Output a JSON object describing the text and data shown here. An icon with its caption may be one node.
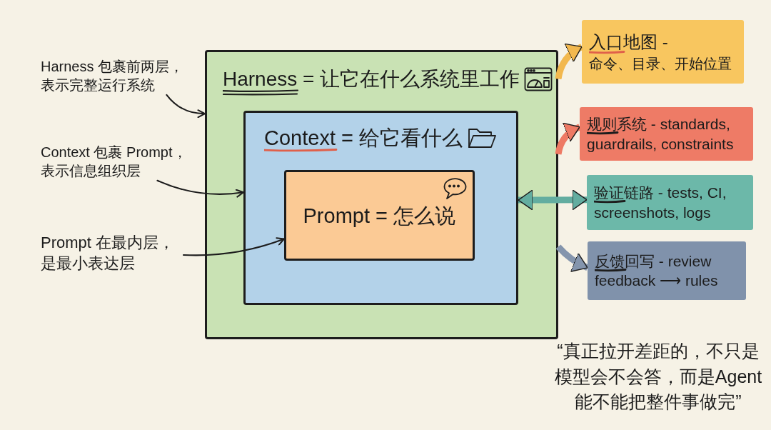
{
  "diagram": {
    "nodes": [
      {
        "text": [
          "Harness = 让它在什么系统里工作"
        ]
      },
      {
        "text": [
          "Context = 给它看什么"
        ],
        "in": 0
      },
      {
        "text": [
          "Prompt = 怎么说"
        ],
        "in": 1
      },
      {
        "text": [
          "Harness 包裹前两层，表示完整运行系统"
        ]
      },
      {
        "text": [
          "Context 包裹 Prompt，表示信息组织层"
        ]
      },
      {
        "text": [
          "Prompt 在最内层，是最小表达层"
        ]
      },
      {
        "text": [
          "入口地图 -",
          "命令、目录、开始位置"
        ]
      },
      {
        "text": [
          "规则系统 - standards, guardrails, constraints"
        ]
      },
      {
        "text": [
          "验证链路 - tests, CI, screenshots, logs"
        ]
      },
      {
        "text": [
          "反馈回写 - review feedback ⟶ rules"
        ]
      }
    ],
    "edges": [
      {
        "from": 3,
        "to": 0,
        "arrow": "to"
      },
      {
        "from": 4,
        "to": 1,
        "arrow": "to"
      },
      {
        "from": 5,
        "to": 2,
        "arrow": "to"
      },
      {
        "from": 0,
        "to": 6,
        "arrow": "to",
        "color": "#f2b84e"
      },
      {
        "from": 0,
        "to": 7,
        "arrow": "to",
        "color": "#ee7a64"
      },
      {
        "from": 1,
        "to": 8,
        "arrow": "both",
        "color": "#63ada0"
      },
      {
        "from": 0,
        "to": 9,
        "arrow": "to",
        "color": "#8495ad"
      }
    ],
    "labels": [
      "“真正拉开差距的，不只是模型会不会答，而是Agent 能不能把整件事做完”"
    ]
  }
}
